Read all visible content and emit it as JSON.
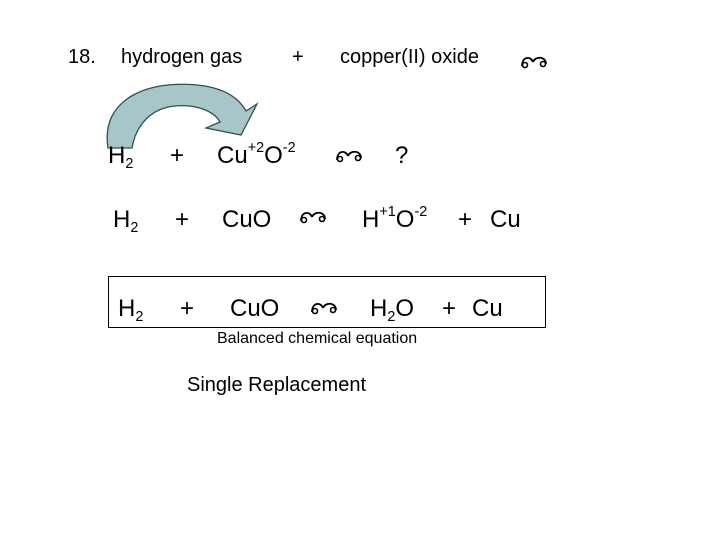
{
  "colors": {
    "arrow_fill": "#a8c6c8",
    "arrow_stroke": "#2f4f57",
    "text": "#000000"
  },
  "line1": {
    "number": "18.",
    "reactant1": "hydrogen gas",
    "plus": "+",
    "reactant2": "copper(II) oxide"
  },
  "line2": {
    "h": "H",
    "h_sub": "2",
    "plus": "+",
    "cu": "Cu",
    "cu_charge": "+2",
    "o": "O",
    "o_charge": "-2",
    "product": "?"
  },
  "line3": {
    "h": "H",
    "h_sub": "2",
    "plus": "+",
    "reactant2": "CuO",
    "h_prod": "H",
    "h_charge": "+1",
    "o": "O",
    "o_charge": "-2",
    "plus2": "+",
    "cu": "Cu"
  },
  "line4": {
    "h": "H",
    "h_sub": "2",
    "plus": "+",
    "reactant2": "CuO",
    "h_prod": "H",
    "h_prod_sub": "2",
    "o": "O",
    "plus2": "+",
    "cu": "Cu"
  },
  "caption": "Balanced chemical  equation",
  "reaction_type": "Single Replacement",
  "icons": [
    "yields-arrow-icon",
    "curved-transfer-arrow-icon"
  ]
}
